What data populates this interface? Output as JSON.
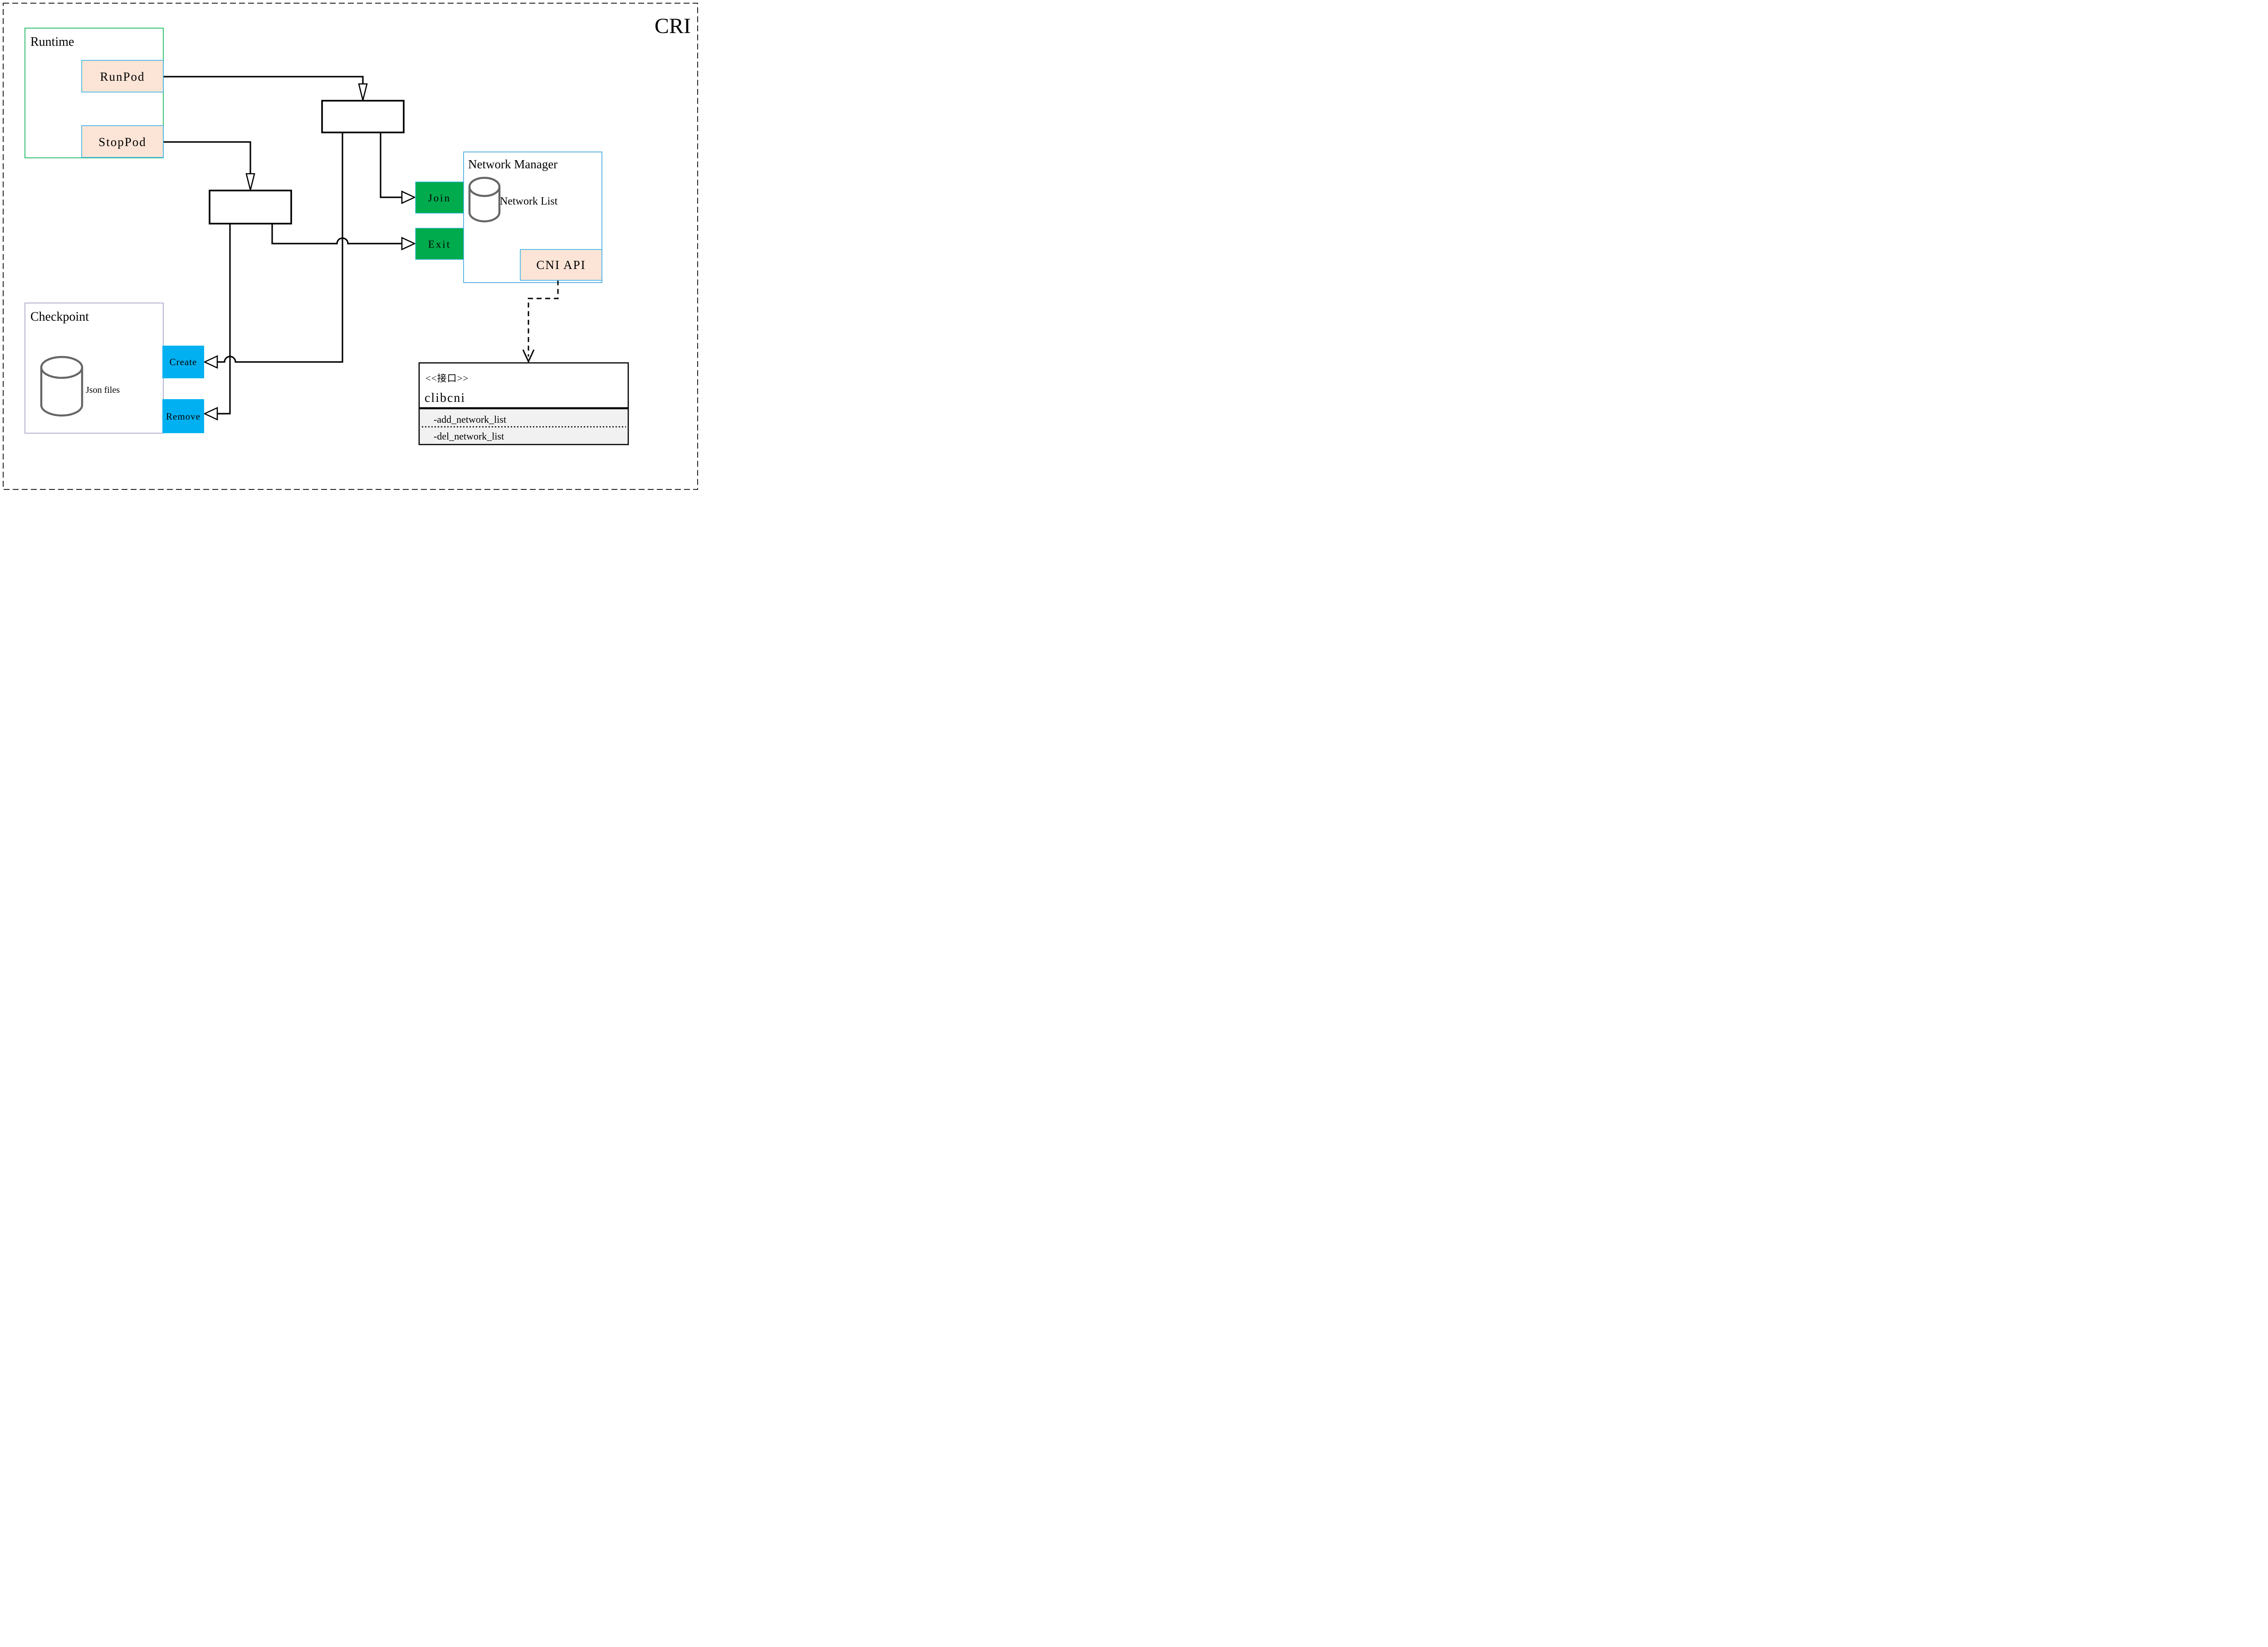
{
  "page": {
    "title": "CRI"
  },
  "colors": {
    "title": "#8a6d0b",
    "runtime_border": "#00b050",
    "network_manager_border": "#3ba3dc",
    "checkpoint_border": "#a79cc8",
    "peach_fill": "#fce4d6",
    "peach_border": "#38b3e8",
    "green_fill": "#00ab4e",
    "blue_fill": "#00b0f0",
    "cylinder_stroke": "#666666",
    "interface_methods_bg": "#f1f1f1"
  },
  "runtime": {
    "label": "Runtime",
    "runpod_label": "RunPod",
    "stoppod_label": "StopPod"
  },
  "network_manager": {
    "label": "Network Manager",
    "network_list_label": "Network List",
    "join_label": "Join",
    "exit_label": "Exit",
    "cni_api_label": "CNI API"
  },
  "checkpoint": {
    "label": "Checkpoint",
    "json_files_label": "Json files",
    "create_label": "Create",
    "remove_label": "Remove"
  },
  "interface_box": {
    "stereotype": "<<接口>>",
    "name": "clibcni",
    "method_add": "-add_network_list",
    "method_del": "-del_network_list"
  }
}
